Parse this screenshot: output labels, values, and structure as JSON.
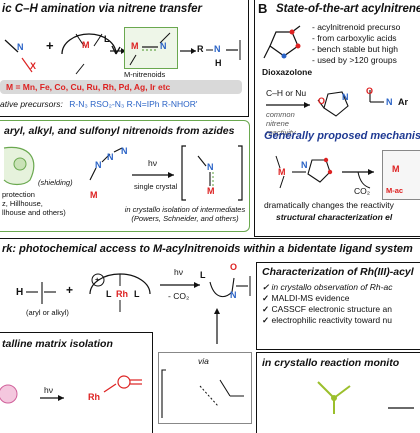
{
  "panelA": {
    "title": "ic C–H amination via nitrene transfer",
    "label_N": "N",
    "label_X": "X",
    "label_M": "M",
    "label_L": "L",
    "label_product_R": "R",
    "label_product_N": "N",
    "label_product_H": "H",
    "m_nitrenoids": "M-nitrenoids",
    "metal_list": "M = Mn, Fe, Co, Cu, Ru, Rh, Pd, Ag, Ir etc",
    "precursors_label": "ative precursors:",
    "precursors": "R-N₃  RSO₂-N₃  R-N=IPh  R-NHOR'"
  },
  "panelB": {
    "letter": "B",
    "title": "State-of-the-art acylnitrene p",
    "dioxazolone_label": "Dioxazolone",
    "bullets": [
      "- acylnitrenoid precurso",
      "- from carboxylic acids",
      "- bench stable but high",
      "- used by >120 groups"
    ],
    "ch_or_nu": "C–H or Nu",
    "common_reactivity": "common nitrene reactivity",
    "mechanism_title": "Generally proposed mechanism",
    "co2": "CO₂",
    "m_ac": "M-ac",
    "dramatic_line1": "dramatically changes the reactivity",
    "dramatic_line2": "structural characterization el"
  },
  "panelA2": {
    "title": "aryl, alkyl, and sulfonyl nitrenoids from azides",
    "hv": "hν",
    "single_crystal": "single crystal",
    "shielding": "(shielding)",
    "protection_lines": [
      "protection",
      "z, Hillhouse,",
      "llhouse and others)"
    ],
    "crystallo_line1": "in crystallo isolation of intermediates",
    "crystallo_line2": "(Powers, Schneider, and others)"
  },
  "panelC": {
    "title": "rk: photochemical access to M-acylnitrenoids within a bidentate ligand system",
    "rh": "Rh",
    "hv": "hν",
    "minus_co2": "- CO₂",
    "aryl_alkyl": "(aryl or alkyl)",
    "char_title": "Characterization of Rh(III)-acyl",
    "checks": [
      "in crystallo observation of Rh-ac",
      "MALDI-MS evidence",
      "CASSCF electronic structure an",
      "electrophilic reactivity toward nu"
    ],
    "via": "via",
    "matrix_title": "talline matrix isolation",
    "monitor_title": "in crystallo reaction monito"
  },
  "colors": {
    "red": "#dd2222",
    "blue": "#2a63c6",
    "green": "#6aa84f",
    "navy": "#1f3a93",
    "gray": "#d9d9d9"
  }
}
